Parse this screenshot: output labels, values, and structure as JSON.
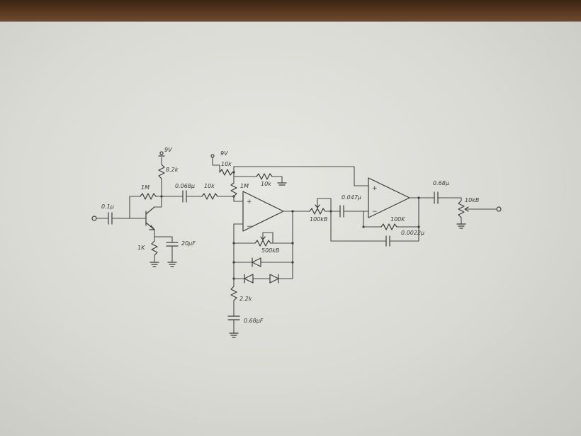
{
  "labels": {
    "input_cap": "0.1µ",
    "t1_supply": "9V",
    "t1_collector_res": "8.2k",
    "t1_bias_res": "1M",
    "t1_emitter_res": "1K",
    "t1_emitter_cap": "20µF",
    "coupling_cap_1": "0.068µ",
    "series_res_1": "10k",
    "bias_supply": "9V",
    "divider_res_top": "10k",
    "bias_res_1m": "1M",
    "divider_res_bottom": "10k",
    "pot_drive": "500kB",
    "res_2k2": "2.2k",
    "cap_068uf": "0.68µF",
    "pot_level_1": "100kB",
    "coupling_cap_2": "0.047µ",
    "feedback_res_100k": "100K",
    "feedback_cap": "0.0022µ",
    "output_cap": "0.68µ",
    "output_pot": "10kB",
    "opamp_plus": "+",
    "opamp_minus": "−"
  },
  "colors": {
    "paper": "#dcdcd8",
    "ink": "#3c3c3c",
    "table_edge": "#5a3a22"
  }
}
